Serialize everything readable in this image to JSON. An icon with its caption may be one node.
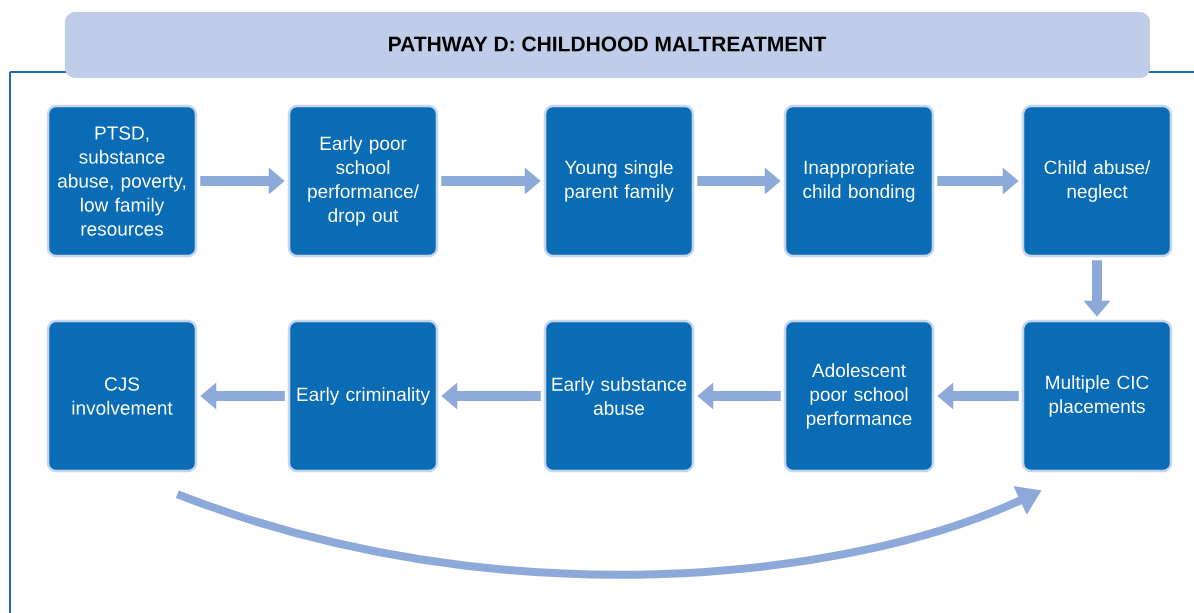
{
  "diagram": {
    "title": "PATHWAY D: CHILDHOOD MALTREATMENT",
    "nodes": [
      {
        "text": [
          "PTSD, substance abuse, poverty, low family resources"
        ]
      },
      {
        "text": [
          "Early poor school performance/ drop out"
        ]
      },
      {
        "text": [
          "Young single parent family"
        ]
      },
      {
        "text": [
          "Inappropriate child bonding"
        ]
      },
      {
        "text": [
          "Child abuse/ neglect"
        ]
      },
      {
        "text": [
          "CJS involvement"
        ]
      },
      {
        "text": [
          "Early criminality"
        ]
      },
      {
        "text": [
          "Early substance abuse"
        ]
      },
      {
        "text": [
          "Adolescent poor school performance"
        ]
      },
      {
        "text": [
          "Multiple CIC placements"
        ]
      }
    ],
    "edges": [
      {
        "from": 0,
        "to": 1,
        "arrow": "to"
      },
      {
        "from": 1,
        "to": 2,
        "arrow": "to"
      },
      {
        "from": 2,
        "to": 3,
        "arrow": "to"
      },
      {
        "from": 3,
        "to": 4,
        "arrow": "to"
      },
      {
        "from": 4,
        "to": 9,
        "arrow": "to"
      },
      {
        "from": 9,
        "to": 8,
        "arrow": "to"
      },
      {
        "from": 8,
        "to": 7,
        "arrow": "to"
      },
      {
        "from": 7,
        "to": 6,
        "arrow": "to"
      },
      {
        "from": 6,
        "to": 5,
        "arrow": "to"
      },
      {
        "from": 5,
        "to": 9,
        "arrow": "to"
      }
    ]
  }
}
